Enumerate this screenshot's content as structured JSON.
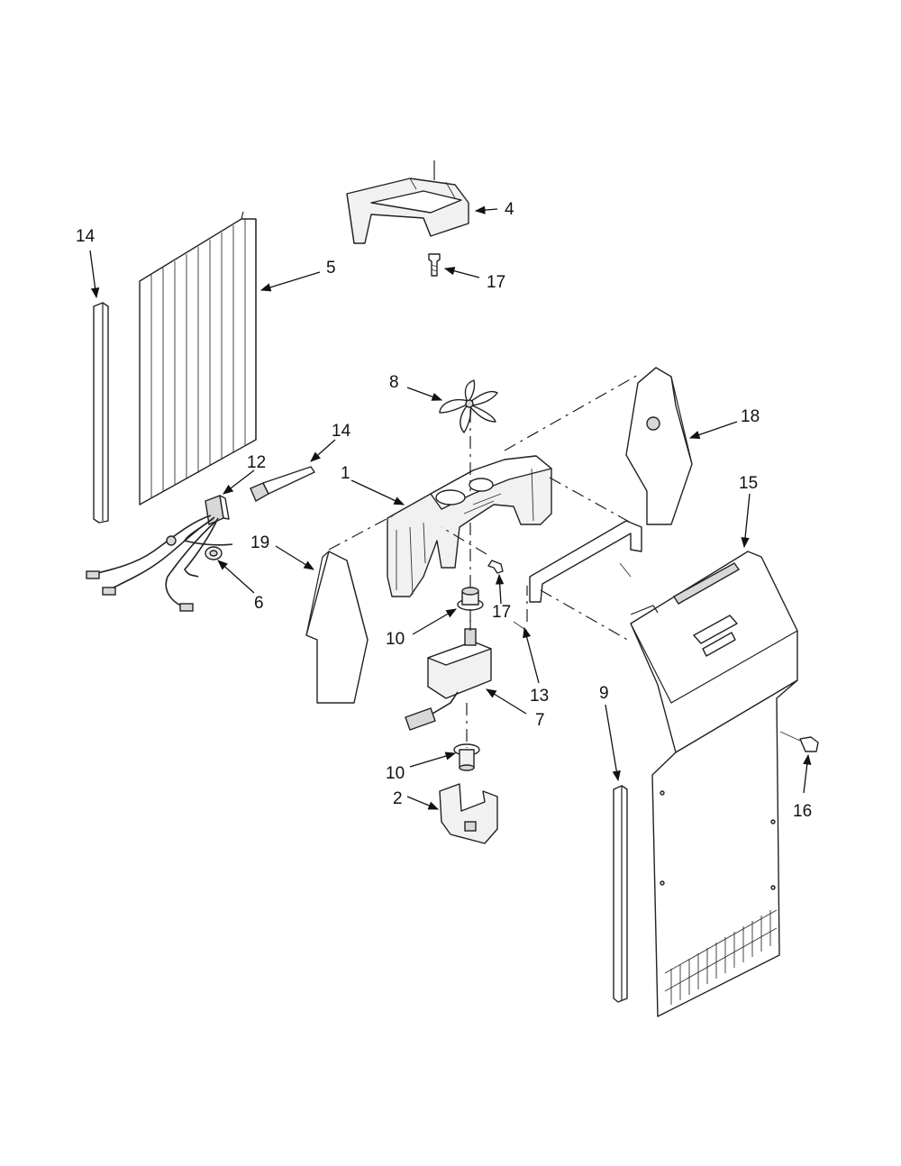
{
  "callouts": [
    {
      "id": "c4",
      "text": "4"
    },
    {
      "id": "c17a",
      "text": "17"
    },
    {
      "id": "c14a",
      "text": "14"
    },
    {
      "id": "c5",
      "text": "5"
    },
    {
      "id": "c8",
      "text": "8"
    },
    {
      "id": "c18",
      "text": "18"
    },
    {
      "id": "c14b",
      "text": "14"
    },
    {
      "id": "c12",
      "text": "12"
    },
    {
      "id": "c1",
      "text": "1"
    },
    {
      "id": "c15",
      "text": "15"
    },
    {
      "id": "c19",
      "text": "19"
    },
    {
      "id": "c6",
      "text": "6"
    },
    {
      "id": "c17b",
      "text": "17"
    },
    {
      "id": "c10a",
      "text": "10"
    },
    {
      "id": "c13",
      "text": "13"
    },
    {
      "id": "c7",
      "text": "7"
    },
    {
      "id": "c9",
      "text": "9"
    },
    {
      "id": "c10b",
      "text": "10"
    },
    {
      "id": "c16",
      "text": "16"
    },
    {
      "id": "c2",
      "text": "2"
    }
  ]
}
